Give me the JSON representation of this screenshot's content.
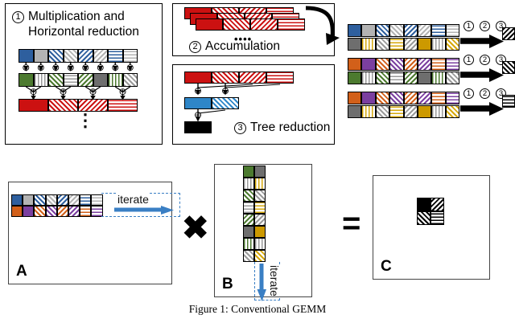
{
  "figure": {
    "caption": "Figure 1: Conventional GEMM"
  },
  "panels": {
    "multiplication": {
      "step_number": "1",
      "title_line1": "Multiplication and",
      "title_line2": "Horizontal reduction",
      "vertical_dots": "⋮",
      "operand_row": [
        {
          "color": "#2e5f9e",
          "pattern": "solid"
        },
        {
          "color": "#b3b3b3",
          "pattern": "solid"
        },
        {
          "color": "#2e5f9e",
          "pattern": "diag-up"
        },
        {
          "color": "#b3b3b3",
          "pattern": "diag-up"
        },
        {
          "color": "#2e5f9e",
          "pattern": "diag-down"
        },
        {
          "color": "#b3b3b3",
          "pattern": "diag-down"
        },
        {
          "color": "#2e5f9e",
          "pattern": "horiz"
        },
        {
          "color": "#b3b3b3",
          "pattern": "horiz"
        }
      ],
      "second_row": [
        {
          "color": "#4c7a2f",
          "pattern": "solid"
        },
        {
          "color": "#9a9a9a",
          "pattern": "vert"
        },
        {
          "color": "#4c7a2f",
          "pattern": "diag-up"
        },
        {
          "color": "#9a9a9a",
          "pattern": "horiz"
        },
        {
          "color": "#4c7a2f",
          "pattern": "diag-down"
        },
        {
          "color": "#6e6e6e",
          "pattern": "solid"
        },
        {
          "color": "#4c7a2f",
          "pattern": "vert"
        },
        {
          "color": "#9a9a9a",
          "pattern": "diag-up"
        }
      ],
      "result_row": [
        {
          "color": "#cc1111",
          "pattern": "solid"
        },
        {
          "color": "#cc1111",
          "pattern": "diag-up"
        },
        {
          "color": "#cc1111",
          "pattern": "diag-down"
        },
        {
          "color": "#cc1111",
          "pattern": "horiz"
        }
      ],
      "mult_symbol": "⊗",
      "add_symbol": "⊕"
    },
    "accumulation": {
      "step_number": "2",
      "label": "Accumulation",
      "dots": "••••",
      "stack_count": 3,
      "bar_cells": [
        {
          "color": "#cc1111",
          "pattern": "solid"
        },
        {
          "color": "#cc1111",
          "pattern": "diag-up"
        },
        {
          "color": "#cc1111",
          "pattern": "diag-down"
        },
        {
          "color": "#cc1111",
          "pattern": "horiz"
        }
      ]
    },
    "tree_reduction": {
      "step_number": "3",
      "label": "Tree reduction",
      "level1": [
        {
          "color": "#cc1111",
          "pattern": "solid"
        },
        {
          "color": "#cc1111",
          "pattern": "diag-up"
        },
        {
          "color": "#cc1111",
          "pattern": "diag-down"
        },
        {
          "color": "#cc1111",
          "pattern": "horiz"
        }
      ],
      "level2": [
        {
          "color": "#2e86c8",
          "pattern": "solid"
        },
        {
          "color": "#2e86c8",
          "pattern": "diag-up"
        }
      ],
      "level3": [
        {
          "color": "#000000",
          "pattern": "solid"
        }
      ],
      "add_symbol": "⊕"
    },
    "pipeline": {
      "step_numbers": [
        "1",
        "2",
        "3"
      ],
      "groups": [
        {
          "top_row": [
            {
              "color": "#2e5f9e",
              "pattern": "solid"
            },
            {
              "color": "#b3b3b3",
              "pattern": "solid"
            },
            {
              "color": "#2e5f9e",
              "pattern": "diag-up"
            },
            {
              "color": "#b3b3b3",
              "pattern": "diag-up"
            },
            {
              "color": "#2e5f9e",
              "pattern": "diag-down"
            },
            {
              "color": "#b3b3b3",
              "pattern": "diag-down"
            },
            {
              "color": "#2e5f9e",
              "pattern": "horiz"
            },
            {
              "color": "#b3b3b3",
              "pattern": "horiz"
            }
          ],
          "bottom_row": [
            {
              "color": "#6e6e6e",
              "pattern": "solid"
            },
            {
              "color": "#d6a80b",
              "pattern": "vert"
            },
            {
              "color": "#9a9a9a",
              "pattern": "diag-up"
            },
            {
              "color": "#d6a80b",
              "pattern": "horiz"
            },
            {
              "color": "#9a9a9a",
              "pattern": "diag-down"
            },
            {
              "color": "#cc9900",
              "pattern": "solid"
            },
            {
              "color": "#9a9a9a",
              "pattern": "vert"
            },
            {
              "color": "#d6a80b",
              "pattern": "diag-up"
            }
          ],
          "output": {
            "color": "#000000",
            "pattern": "diag-down"
          }
        },
        {
          "top_row": [
            {
              "color": "#d2601a",
              "pattern": "solid"
            },
            {
              "color": "#7b3fa0",
              "pattern": "solid"
            },
            {
              "color": "#d2601a",
              "pattern": "diag-up"
            },
            {
              "color": "#7b3fa0",
              "pattern": "diag-up"
            },
            {
              "color": "#d2601a",
              "pattern": "diag-down"
            },
            {
              "color": "#7b3fa0",
              "pattern": "diag-down"
            },
            {
              "color": "#d2601a",
              "pattern": "horiz"
            },
            {
              "color": "#7b3fa0",
              "pattern": "horiz"
            }
          ],
          "bottom_row": [
            {
              "color": "#4c7a2f",
              "pattern": "solid"
            },
            {
              "color": "#9a9a9a",
              "pattern": "vert"
            },
            {
              "color": "#4c7a2f",
              "pattern": "diag-up"
            },
            {
              "color": "#9a9a9a",
              "pattern": "horiz"
            },
            {
              "color": "#4c7a2f",
              "pattern": "diag-down"
            },
            {
              "color": "#6e6e6e",
              "pattern": "solid"
            },
            {
              "color": "#4c7a2f",
              "pattern": "vert"
            },
            {
              "color": "#9a9a9a",
              "pattern": "diag-up"
            }
          ],
          "output": {
            "color": "#000000",
            "pattern": "diag-up"
          }
        },
        {
          "top_row": [
            {
              "color": "#d2601a",
              "pattern": "solid"
            },
            {
              "color": "#7b3fa0",
              "pattern": "solid"
            },
            {
              "color": "#d2601a",
              "pattern": "diag-up"
            },
            {
              "color": "#7b3fa0",
              "pattern": "diag-up"
            },
            {
              "color": "#d2601a",
              "pattern": "diag-down"
            },
            {
              "color": "#7b3fa0",
              "pattern": "diag-down"
            },
            {
              "color": "#d2601a",
              "pattern": "horiz"
            },
            {
              "color": "#7b3fa0",
              "pattern": "horiz"
            }
          ],
          "bottom_row": [
            {
              "color": "#6e6e6e",
              "pattern": "solid"
            },
            {
              "color": "#d6a80b",
              "pattern": "vert"
            },
            {
              "color": "#9a9a9a",
              "pattern": "diag-up"
            },
            {
              "color": "#d6a80b",
              "pattern": "horiz"
            },
            {
              "color": "#9a9a9a",
              "pattern": "diag-down"
            },
            {
              "color": "#cc9900",
              "pattern": "solid"
            },
            {
              "color": "#9a9a9a",
              "pattern": "vert"
            },
            {
              "color": "#d6a80b",
              "pattern": "diag-up"
            }
          ],
          "output": {
            "color": "#000000",
            "pattern": "horiz"
          }
        }
      ]
    }
  },
  "gemm": {
    "matrix_a": {
      "label": "A",
      "iterate_label": "iterate",
      "row1": [
        {
          "color": "#2e5f9e",
          "pattern": "solid"
        },
        {
          "color": "#b3b3b3",
          "pattern": "solid"
        },
        {
          "color": "#2e5f9e",
          "pattern": "diag-up"
        },
        {
          "color": "#b3b3b3",
          "pattern": "diag-up"
        },
        {
          "color": "#2e5f9e",
          "pattern": "diag-down"
        },
        {
          "color": "#b3b3b3",
          "pattern": "diag-down"
        },
        {
          "color": "#2e5f9e",
          "pattern": "horiz"
        },
        {
          "color": "#b3b3b3",
          "pattern": "horiz"
        }
      ],
      "row2": [
        {
          "color": "#d2601a",
          "pattern": "solid"
        },
        {
          "color": "#7b3fa0",
          "pattern": "solid"
        },
        {
          "color": "#d2601a",
          "pattern": "diag-up"
        },
        {
          "color": "#7b3fa0",
          "pattern": "diag-up"
        },
        {
          "color": "#d2601a",
          "pattern": "diag-down"
        },
        {
          "color": "#7b3fa0",
          "pattern": "diag-down"
        },
        {
          "color": "#d2601a",
          "pattern": "horiz"
        },
        {
          "color": "#7b3fa0",
          "pattern": "horiz"
        }
      ]
    },
    "matrix_b": {
      "label": "B",
      "iterate_label": "iterate",
      "col1": [
        {
          "color": "#4c7a2f",
          "pattern": "solid"
        },
        {
          "color": "#9a9a9a",
          "pattern": "vert"
        },
        {
          "color": "#4c7a2f",
          "pattern": "diag-up"
        },
        {
          "color": "#9a9a9a",
          "pattern": "horiz"
        },
        {
          "color": "#4c7a2f",
          "pattern": "diag-down"
        },
        {
          "color": "#6e6e6e",
          "pattern": "solid"
        },
        {
          "color": "#4c7a2f",
          "pattern": "vert"
        },
        {
          "color": "#9a9a9a",
          "pattern": "diag-up"
        }
      ],
      "col2": [
        {
          "color": "#6e6e6e",
          "pattern": "solid"
        },
        {
          "color": "#d6a80b",
          "pattern": "vert"
        },
        {
          "color": "#9a9a9a",
          "pattern": "diag-up"
        },
        {
          "color": "#d6a80b",
          "pattern": "horiz"
        },
        {
          "color": "#9a9a9a",
          "pattern": "diag-down"
        },
        {
          "color": "#cc9900",
          "pattern": "solid"
        },
        {
          "color": "#9a9a9a",
          "pattern": "vert"
        },
        {
          "color": "#d6a80b",
          "pattern": "diag-up"
        }
      ]
    },
    "matrix_c": {
      "label": "C",
      "cells": [
        {
          "color": "#000000",
          "pattern": "solid"
        },
        {
          "color": "#000000",
          "pattern": "diag-down"
        },
        {
          "color": "#000000",
          "pattern": "diag-up"
        },
        {
          "color": "#000000",
          "pattern": "horiz"
        }
      ]
    },
    "multiply_symbol": "✖",
    "equals_symbol": "="
  }
}
